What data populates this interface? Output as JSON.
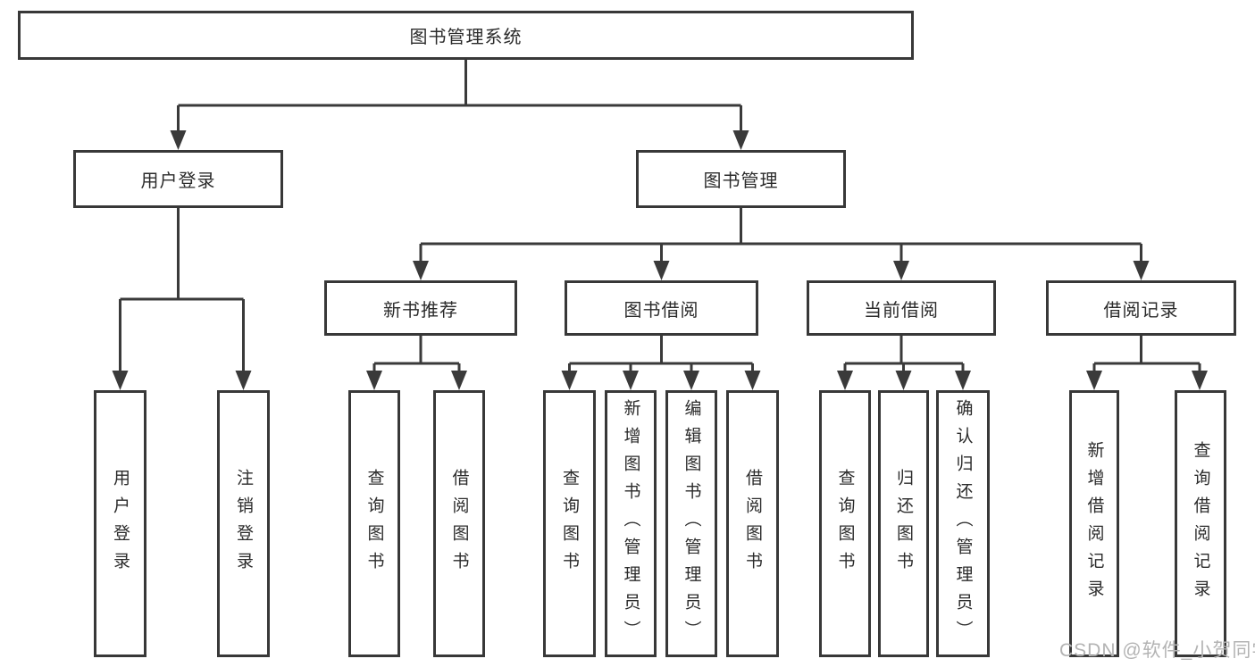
{
  "tree": {
    "root": {
      "label": "图书管理系统"
    },
    "branches": [
      {
        "label": "用户登录",
        "children": [
          {
            "label": "用户登录"
          },
          {
            "label": "注销登录"
          }
        ]
      },
      {
        "label": "图书管理",
        "children": [
          {
            "label": "新书推荐",
            "children": [
              {
                "label": "查询图书"
              },
              {
                "label": "借阅图书"
              }
            ]
          },
          {
            "label": "图书借阅",
            "children": [
              {
                "label": "查询图书"
              },
              {
                "label": "新增图书（管理员）"
              },
              {
                "label": "编辑图书（管理员）"
              },
              {
                "label": "借阅图书"
              }
            ]
          },
          {
            "label": "当前借阅",
            "children": [
              {
                "label": "查询图书"
              },
              {
                "label": "归还图书"
              },
              {
                "label": "确认归还（管理员）"
              }
            ]
          },
          {
            "label": "借阅记录",
            "children": [
              {
                "label": "新增借阅记录"
              },
              {
                "label": "查询借阅记录"
              }
            ]
          }
        ]
      }
    ]
  },
  "watermark": {
    "text": "CSDN @软件_小贺同学"
  },
  "colors": {
    "line": "#3a3a3a",
    "box_border": "#383838",
    "text": "#2b2b2b",
    "watermark": "#b3b3b3",
    "background": "#ffffff"
  }
}
